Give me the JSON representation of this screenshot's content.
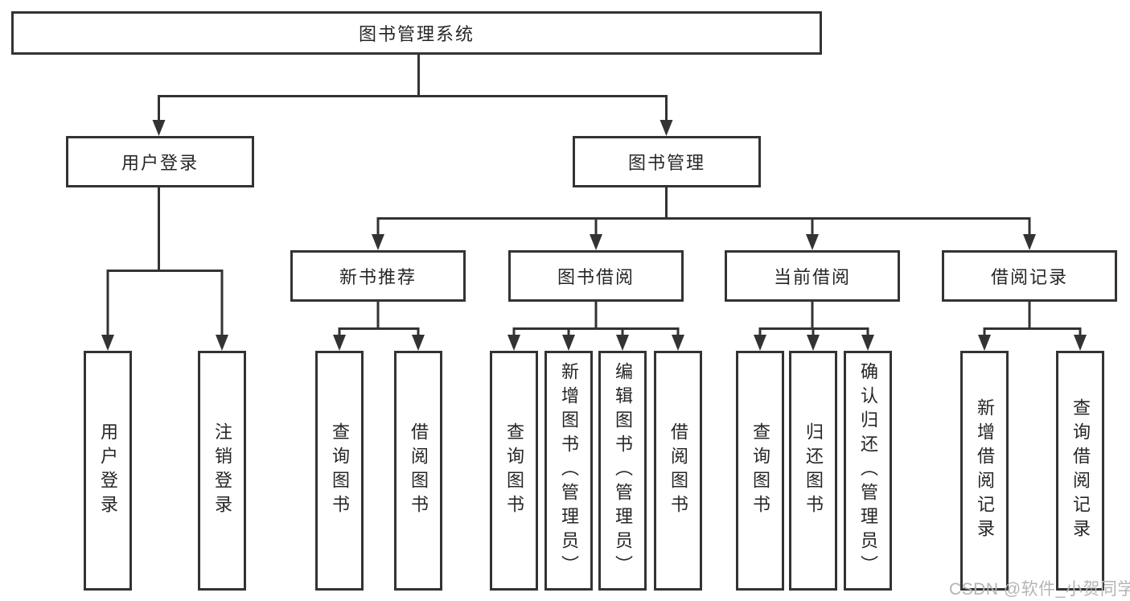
{
  "tree": {
    "root": {
      "label": "图书管理系统"
    },
    "user_login": {
      "label": "用户登录",
      "children": [
        {
          "label": "用户登录"
        },
        {
          "label": "注销登录"
        }
      ]
    },
    "book_management": {
      "label": "图书管理",
      "sections": [
        {
          "label": "新书推荐",
          "children": [
            {
              "label": "查询图书"
            },
            {
              "label": "借阅图书"
            }
          ]
        },
        {
          "label": "图书借阅",
          "children": [
            {
              "label": "查询图书"
            },
            {
              "label": "新增图书（管理员）"
            },
            {
              "label": "编辑图书（管理员）"
            },
            {
              "label": "借阅图书"
            }
          ]
        },
        {
          "label": "当前借阅",
          "children": [
            {
              "label": "查询图书"
            },
            {
              "label": "归还图书"
            },
            {
              "label": "确认归还（管理员）"
            }
          ]
        },
        {
          "label": "借阅记录",
          "children": [
            {
              "label": "新增借阅记录"
            },
            {
              "label": "查询借阅记录"
            }
          ]
        }
      ]
    }
  },
  "watermark": {
    "text": "CSDN @软件_小贺同学"
  },
  "colors": {
    "line": "#333333",
    "text": "#262626",
    "box_background": "#ffffff",
    "watermark": "#b4b4b4",
    "page_background": "#ffffff"
  }
}
